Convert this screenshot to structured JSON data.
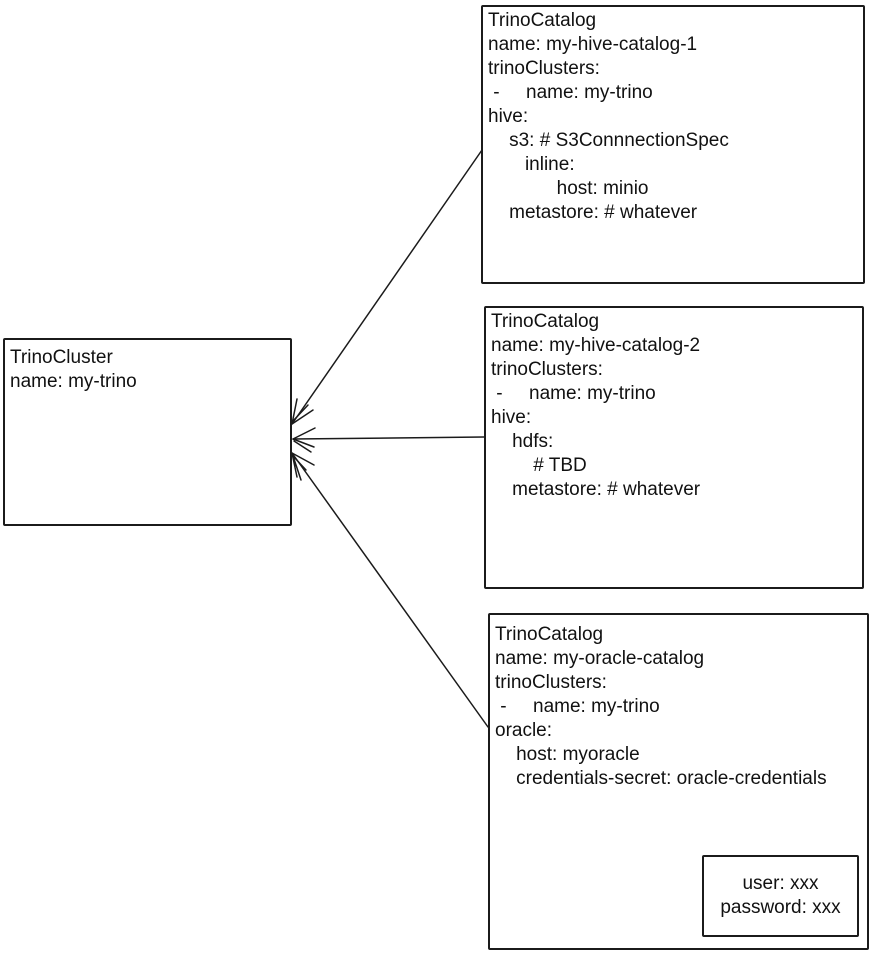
{
  "colors": {
    "stroke": "#1b1b1b",
    "text": "#111111",
    "background": "#ffffff"
  },
  "cluster_box": {
    "text_lines": [
      "TrinoCluster",
      "name: my-trino"
    ]
  },
  "catalog_boxes": [
    {
      "text_lines": [
        "TrinoCatalog",
        "name: my-hive-catalog-1",
        "trinoClusters:",
        " -     name: my-trino",
        "hive:",
        "    s3: # S3ConnnectionSpec",
        "       inline:",
        "             host: minio",
        "    metastore: # whatever"
      ]
    },
    {
      "text_lines": [
        "TrinoCatalog",
        "name: my-hive-catalog-2",
        "trinoClusters:",
        " -     name: my-trino",
        "hive:",
        "    hdfs:",
        "        # TBD",
        "    metastore: # whatever"
      ]
    },
    {
      "text_lines": [
        "TrinoCatalog",
        "name: my-oracle-catalog",
        "trinoClusters:",
        " -     name: my-trino",
        "oracle:",
        "    host: myoracle",
        "    credentials-secret: oracle-credentials"
      ]
    }
  ],
  "secret_box": {
    "text_lines": [
      "user: xxx",
      "password: xxx"
    ]
  }
}
